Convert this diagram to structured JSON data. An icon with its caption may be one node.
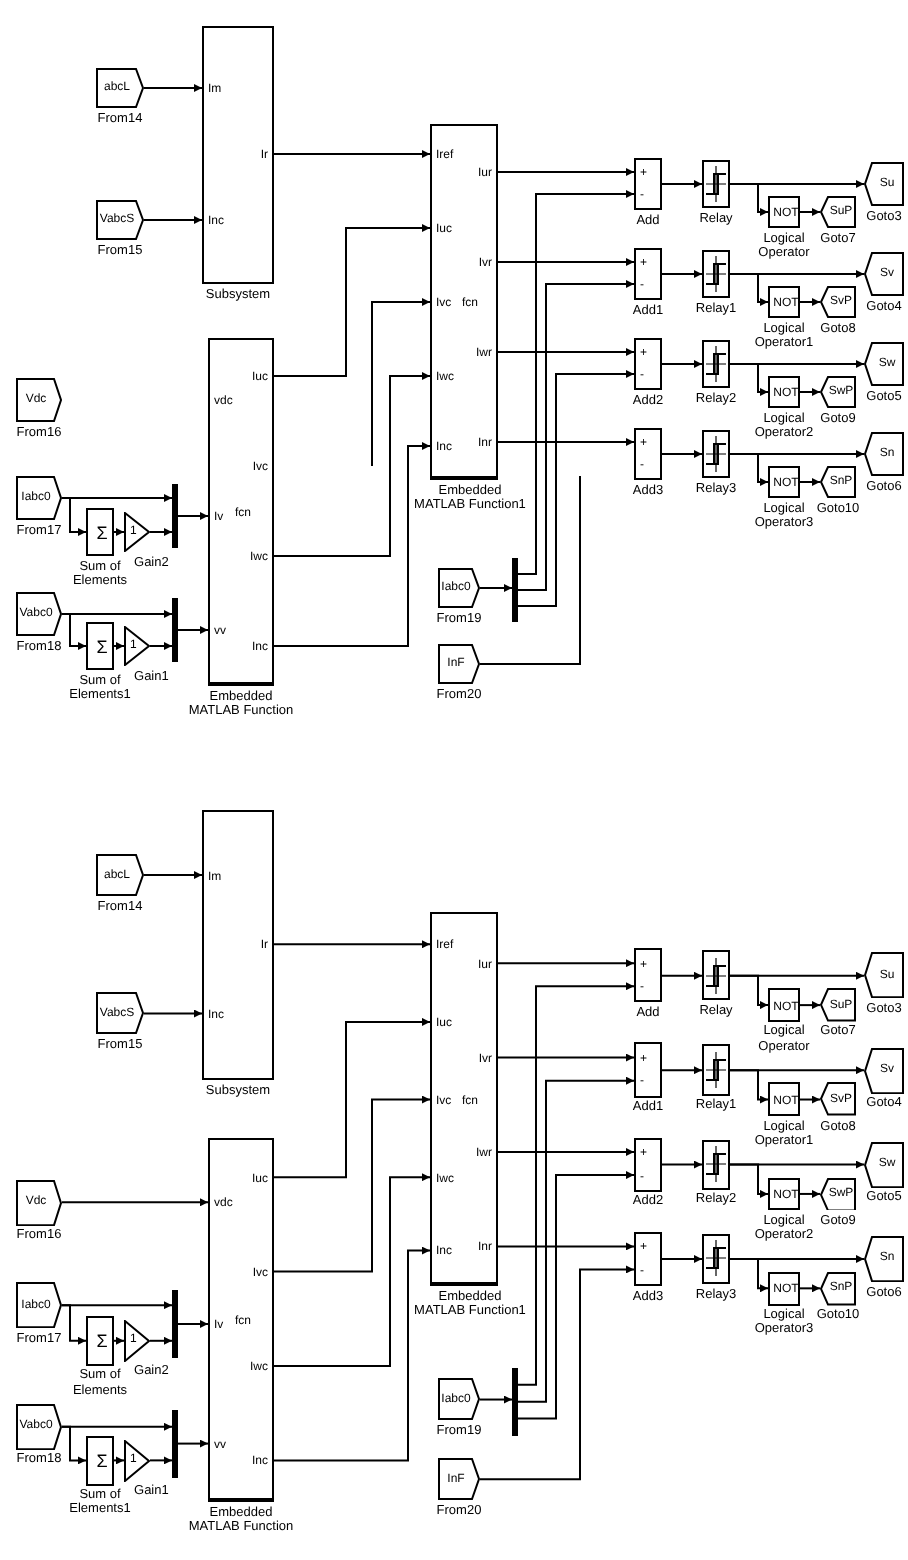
{
  "diagram": {
    "nodes": [
      {
        "text": [
          "abcL"
        ],
        "beside": [
          "From14"
        ]
      },
      {
        "text": [
          "VabcS"
        ],
        "beside": [
          "From15"
        ]
      },
      {
        "text": [
          "Im",
          "Inc",
          "Ir"
        ],
        "beside": [
          "Subsystem"
        ]
      },
      {
        "text": [
          "Vdc"
        ],
        "beside": [
          "From16"
        ]
      },
      {
        "text": [
          "Iabc0"
        ],
        "beside": [
          "From17"
        ]
      },
      {
        "text": [
          "Σ"
        ],
        "beside": [
          "Sum of Elements"
        ]
      },
      {
        "text": [
          "1"
        ],
        "beside": [
          "Gain2"
        ]
      },
      {
        "text": [],
        "shape": "bar"
      },
      {
        "text": [
          "Vabc0"
        ],
        "beside": [
          "From18"
        ]
      },
      {
        "text": [
          "Σ"
        ],
        "beside": [
          "Sum of Elements1"
        ]
      },
      {
        "text": [
          "1"
        ],
        "beside": [
          "Gain1"
        ]
      },
      {
        "text": [],
        "shape": "bar"
      },
      {
        "text": [
          "vdc",
          "Iv",
          "vv",
          "fcn",
          "Iuc",
          "Ivc",
          "Iwc",
          "Inc"
        ],
        "beside": [
          "Embedded MATLAB Function"
        ]
      },
      {
        "text": [
          "Iref",
          "Iuc",
          "Ivc",
          "Iwc",
          "Inc",
          "fcn",
          "Iur",
          "Ivr",
          "Iwr",
          "Inr"
        ],
        "beside": [
          "Embedded MATLAB Function1"
        ]
      },
      {
        "text": [
          "Iabc0"
        ],
        "beside": [
          "From19"
        ]
      },
      {
        "text": [],
        "shape": "bar"
      },
      {
        "text": [
          "InF"
        ],
        "beside": [
          "From20"
        ]
      },
      {
        "text": [
          "+",
          "-"
        ],
        "beside": [
          "Add"
        ]
      },
      {
        "text": [
          "+",
          "-"
        ],
        "beside": [
          "Add1"
        ]
      },
      {
        "text": [
          "+",
          "-"
        ],
        "beside": [
          "Add2"
        ]
      },
      {
        "text": [
          "+",
          "-"
        ],
        "beside": [
          "Add3"
        ]
      },
      {
        "text": [],
        "shape": "box",
        "beside": [
          "Relay"
        ]
      },
      {
        "text": [],
        "shape": "box",
        "beside": [
          "Relay1"
        ]
      },
      {
        "text": [],
        "shape": "box",
        "beside": [
          "Relay2"
        ]
      },
      {
        "text": [],
        "shape": "box",
        "beside": [
          "Relay3"
        ]
      },
      {
        "text": [
          "NOT"
        ],
        "beside": [
          "Logical Operator"
        ]
      },
      {
        "text": [
          "NOT"
        ],
        "beside": [
          "Logical Operator1"
        ]
      },
      {
        "text": [
          "NOT"
        ],
        "beside": [
          "Logical Operator2"
        ]
      },
      {
        "text": [
          "NOT"
        ],
        "beside": [
          "Logical Operator3"
        ]
      },
      {
        "text": [
          "Su"
        ],
        "beside": [
          "Goto3"
        ]
      },
      {
        "text": [
          "Sv"
        ],
        "beside": [
          "Goto4"
        ]
      },
      {
        "text": [
          "Sw"
        ],
        "beside": [
          "Goto5"
        ]
      },
      {
        "text": [
          "Sn"
        ],
        "beside": [
          "Goto6"
        ]
      },
      {
        "text": [
          "SuP"
        ],
        "beside": [
          "Goto7"
        ]
      },
      {
        "text": [
          "SvP"
        ],
        "beside": [
          "Goto8"
        ]
      },
      {
        "text": [
          "SwP"
        ],
        "beside": [
          "Goto9"
        ]
      },
      {
        "text": [
          "SnP"
        ],
        "beside": [
          "Goto10"
        ]
      },
      {
        "text": [
          "abcL"
        ],
        "beside": [
          "From14"
        ]
      },
      {
        "text": [
          "VabcS"
        ],
        "beside": [
          "From15"
        ]
      },
      {
        "text": [
          "Im",
          "Inc",
          "Ir"
        ],
        "beside": [
          "Subsystem"
        ]
      },
      {
        "text": [
          "Vdc"
        ],
        "beside": [
          "From16"
        ]
      },
      {
        "text": [
          "Iabc0"
        ],
        "beside": [
          "From17"
        ]
      },
      {
        "text": [
          "Σ"
        ],
        "beside": [
          "Sum of Elements"
        ]
      },
      {
        "text": [
          "1"
        ],
        "beside": [
          "Gain2"
        ]
      },
      {
        "text": [],
        "shape": "bar"
      },
      {
        "text": [
          "Vabc0"
        ],
        "beside": [
          "From18"
        ]
      },
      {
        "text": [
          "Σ"
        ],
        "beside": [
          "Sum of Elements1"
        ]
      },
      {
        "text": [
          "1"
        ],
        "beside": [
          "Gain1"
        ]
      },
      {
        "text": [],
        "shape": "bar"
      },
      {
        "text": [
          "vdc",
          "Iv",
          "vv",
          "fcn",
          "Iuc",
          "Ivc",
          "Iwc",
          "Inc"
        ],
        "beside": [
          "Embedded MATLAB Function"
        ]
      },
      {
        "text": [
          "Iref",
          "Iuc",
          "Ivc",
          "Iwc",
          "Inc",
          "fcn",
          "Iur",
          "Ivr",
          "Iwr",
          "Inr"
        ],
        "beside": [
          "Embedded MATLAB Function1"
        ]
      },
      {
        "text": [
          "Iabc0"
        ],
        "beside": [
          "From19"
        ]
      },
      {
        "text": [],
        "shape": "bar"
      },
      {
        "text": [
          "InF"
        ],
        "beside": [
          "From20"
        ]
      },
      {
        "text": [
          "+",
          "-"
        ],
        "beside": [
          "Add"
        ]
      },
      {
        "text": [
          "+",
          "-"
        ],
        "beside": [
          "Add1"
        ]
      },
      {
        "text": [
          "+",
          "-"
        ],
        "beside": [
          "Add2"
        ]
      },
      {
        "text": [
          "+",
          "-"
        ],
        "beside": [
          "Add3"
        ]
      },
      {
        "text": [],
        "shape": "box",
        "beside": [
          "Relay"
        ]
      },
      {
        "text": [],
        "shape": "box",
        "beside": [
          "Relay1"
        ]
      },
      {
        "text": [],
        "shape": "box",
        "beside": [
          "Relay2"
        ]
      },
      {
        "text": [],
        "shape": "box",
        "beside": [
          "Relay3"
        ]
      },
      {
        "text": [
          "NOT"
        ],
        "beside": [
          "Logical Operator"
        ]
      },
      {
        "text": [
          "NOT"
        ],
        "beside": [
          "Logical Operator1"
        ]
      },
      {
        "text": [
          "NOT"
        ],
        "beside": [
          "Logical Operator2"
        ]
      },
      {
        "text": [
          "NOT"
        ],
        "beside": [
          "Logical Operator3"
        ]
      },
      {
        "text": [
          "Su"
        ],
        "beside": [
          "Goto3"
        ]
      },
      {
        "text": [
          "Sv"
        ],
        "beside": [
          "Goto4"
        ]
      },
      {
        "text": [
          "Sw"
        ],
        "beside": [
          "Goto5"
        ]
      },
      {
        "text": [
          "Sn"
        ],
        "beside": [
          "Goto6"
        ]
      },
      {
        "text": [
          "SuP"
        ],
        "beside": [
          "Goto7"
        ]
      },
      {
        "text": [
          "SvP"
        ],
        "beside": [
          "Goto8"
        ]
      },
      {
        "text": [
          "SwP"
        ],
        "beside": [
          "Goto9"
        ]
      },
      {
        "text": [
          "SnP"
        ],
        "beside": [
          "Goto10"
        ]
      }
    ],
    "edges": [
      {
        "from": 0,
        "to": 2,
        "arrow": "to"
      },
      {
        "from": 1,
        "to": 2,
        "arrow": "to"
      },
      {
        "from": 2,
        "to": 13,
        "arrow": "to"
      },
      {
        "from": 4,
        "to": 7,
        "arrow": "to"
      },
      {
        "from": 4,
        "to": 5,
        "arrow": "to"
      },
      {
        "from": 5,
        "to": 6,
        "arrow": "to"
      },
      {
        "from": 6,
        "to": 7,
        "arrow": "to"
      },
      {
        "from": 7,
        "to": 12,
        "arrow": "to"
      },
      {
        "from": 8,
        "to": 11,
        "arrow": "to"
      },
      {
        "from": 8,
        "to": 9,
        "arrow": "to"
      },
      {
        "from": 9,
        "to": 10,
        "arrow": "to"
      },
      {
        "from": 10,
        "to": 11,
        "arrow": "to"
      },
      {
        "from": 11,
        "to": 12,
        "arrow": "to"
      },
      {
        "from": 12,
        "to": 13,
        "arrow": "to"
      },
      {
        "from": null,
        "to": 13,
        "arrow": "to"
      },
      {
        "from": 12,
        "to": 13,
        "arrow": "to"
      },
      {
        "from": 12,
        "to": 13,
        "arrow": "to"
      },
      {
        "from": 13,
        "to": 17,
        "arrow": "to"
      },
      {
        "from": 13,
        "to": 18,
        "arrow": "to"
      },
      {
        "from": 13,
        "to": 19,
        "arrow": "to"
      },
      {
        "from": 13,
        "to": 20,
        "arrow": "to"
      },
      {
        "from": 14,
        "to": 15,
        "arrow": "to"
      },
      {
        "from": 15,
        "to": 17,
        "arrow": "to"
      },
      {
        "from": 15,
        "to": 18,
        "arrow": "to"
      },
      {
        "from": 15,
        "to": 19,
        "arrow": "to"
      },
      {
        "from": 16,
        "to": null,
        "arrow": "none"
      },
      {
        "from": 17,
        "to": 21,
        "arrow": "to"
      },
      {
        "from": 18,
        "to": 22,
        "arrow": "to"
      },
      {
        "from": 19,
        "to": 23,
        "arrow": "to"
      },
      {
        "from": 20,
        "to": 24,
        "arrow": "to"
      },
      {
        "from": 21,
        "to": 29,
        "arrow": "to"
      },
      {
        "from": 22,
        "to": 30,
        "arrow": "to"
      },
      {
        "from": 23,
        "to": 31,
        "arrow": "to"
      },
      {
        "from": 24,
        "to": 32,
        "arrow": "to"
      },
      {
        "from": 21,
        "to": 25,
        "arrow": "to"
      },
      {
        "from": 22,
        "to": 26,
        "arrow": "to"
      },
      {
        "from": 23,
        "to": 27,
        "arrow": "to"
      },
      {
        "from": 24,
        "to": 28,
        "arrow": "to"
      },
      {
        "from": 25,
        "to": 33,
        "arrow": "to"
      },
      {
        "from": 26,
        "to": 34,
        "arrow": "to"
      },
      {
        "from": 27,
        "to": 35,
        "arrow": "to"
      },
      {
        "from": 28,
        "to": 36,
        "arrow": "to"
      },
      {
        "from": 37,
        "to": 39,
        "arrow": "to"
      },
      {
        "from": 38,
        "to": 39,
        "arrow": "to"
      },
      {
        "from": 39,
        "to": 50,
        "arrow": "to"
      },
      {
        "from": 41,
        "to": 44,
        "arrow": "to"
      },
      {
        "from": 41,
        "to": 42,
        "arrow": "to"
      },
      {
        "from": 42,
        "to": 43,
        "arrow": "to"
      },
      {
        "from": 43,
        "to": 44,
        "arrow": "to"
      },
      {
        "from": 44,
        "to": 49,
        "arrow": "to"
      },
      {
        "from": 45,
        "to": 48,
        "arrow": "to"
      },
      {
        "from": 45,
        "to": 46,
        "arrow": "to"
      },
      {
        "from": 46,
        "to": 47,
        "arrow": "to"
      },
      {
        "from": 47,
        "to": 48,
        "arrow": "to"
      },
      {
        "from": 48,
        "to": 49,
        "arrow": "to"
      },
      {
        "from": 49,
        "to": 50,
        "arrow": "to"
      },
      {
        "from": 49,
        "to": 50,
        "arrow": "to"
      },
      {
        "from": 49,
        "to": 50,
        "arrow": "to"
      },
      {
        "from": 49,
        "to": 50,
        "arrow": "to"
      },
      {
        "from": 50,
        "to": 54,
        "arrow": "to"
      },
      {
        "from": 50,
        "to": 55,
        "arrow": "to"
      },
      {
        "from": 50,
        "to": 56,
        "arrow": "to"
      },
      {
        "from": 50,
        "to": 57,
        "arrow": "to"
      },
      {
        "from": 51,
        "to": 52,
        "arrow": "to"
      },
      {
        "from": 52,
        "to": 54,
        "arrow": "to"
      },
      {
        "from": 52,
        "to": 55,
        "arrow": "to"
      },
      {
        "from": 52,
        "to": 56,
        "arrow": "to"
      },
      {
        "from": 53,
        "to": 57,
        "arrow": "to"
      },
      {
        "from": 54,
        "to": 58,
        "arrow": "to"
      },
      {
        "from": 55,
        "to": 59,
        "arrow": "to"
      },
      {
        "from": 56,
        "to": 60,
        "arrow": "to"
      },
      {
        "from": 57,
        "to": 61,
        "arrow": "to"
      },
      {
        "from": 58,
        "to": 66,
        "arrow": "to"
      },
      {
        "from": 59,
        "to": 67,
        "arrow": "to"
      },
      {
        "from": 60,
        "to": 68,
        "arrow": "to"
      },
      {
        "from": 61,
        "to": 69,
        "arrow": "to"
      },
      {
        "from": 58,
        "to": 62,
        "arrow": "to"
      },
      {
        "from": 59,
        "to": 63,
        "arrow": "to"
      },
      {
        "from": 60,
        "to": 64,
        "arrow": "to"
      },
      {
        "from": 61,
        "to": 65,
        "arrow": "to"
      },
      {
        "from": 62,
        "to": 70,
        "arrow": "to"
      },
      {
        "from": 63,
        "to": 71,
        "arrow": "to"
      },
      {
        "from": 64,
        "to": 72,
        "arrow": "to"
      },
      {
        "from": 65,
        "to": 73,
        "arrow": "to"
      },
      {
        "from": 40,
        "to": 49,
        "arrow": "to"
      }
    ]
  }
}
